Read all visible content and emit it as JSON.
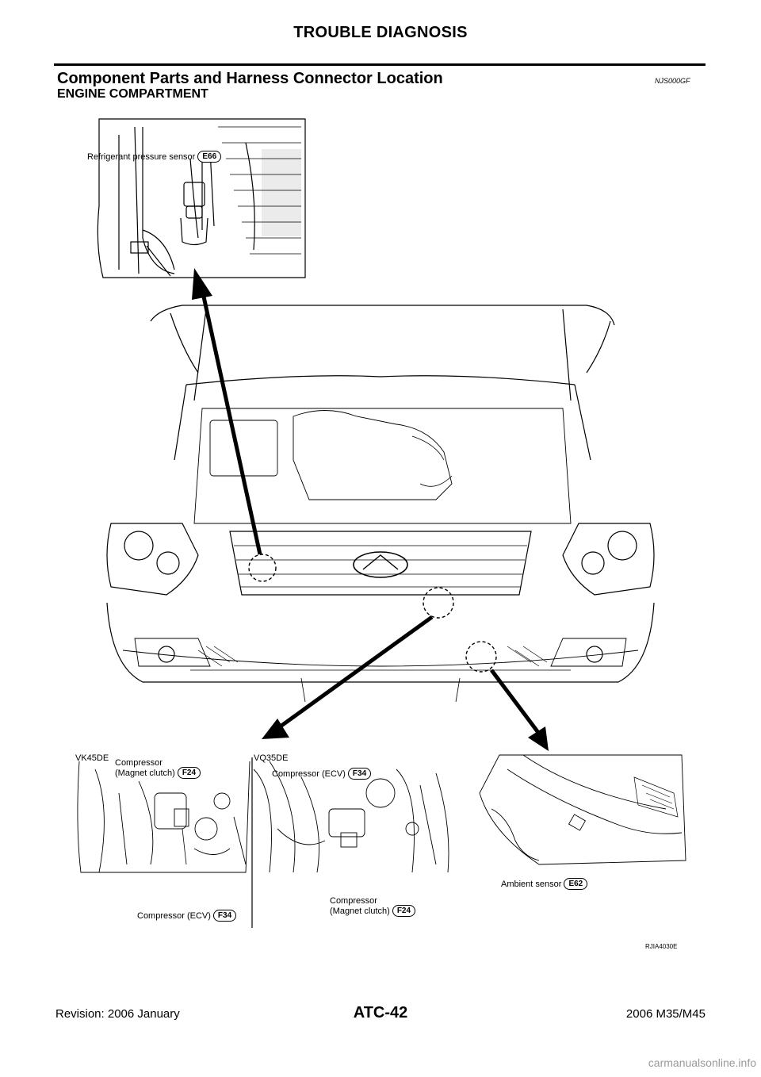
{
  "header": {
    "title": "TROUBLE DIAGNOSIS"
  },
  "section": {
    "title": "Component Parts and Harness Connector Location",
    "ref_code": "NJS000GF",
    "subtitle": "ENGINE COMPARTMENT"
  },
  "figure": {
    "labels": {
      "refrigerant_pressure_sensor": "Refrigerant pressure sensor",
      "refrigerant_pressure_sensor_connector": "E66",
      "vk45de": "VK45DE",
      "vq35de": "VQ35DE",
      "vk_compressor_line1": "Compressor",
      "vk_compressor_line2": "(Magnet clutch)",
      "vk_compressor_connector": "F24",
      "vk_compressor_ecv": "Compressor (ECV)",
      "vk_compressor_ecv_connector": "F34",
      "vq_compressor_ecv": "Compressor (ECV)",
      "vq_compressor_ecv_connector": "F34",
      "vq_compressor_line1": "Compressor",
      "vq_compressor_line2": "(Magnet clutch)",
      "vq_compressor_connector": "F24",
      "ambient_sensor": "Ambient sensor",
      "ambient_sensor_connector": "E62"
    },
    "figure_code": "RJIA4030E"
  },
  "footer": {
    "revision": "Revision: 2006 January",
    "page_id": "ATC-42",
    "model": "2006 M35/M45"
  },
  "watermark": "carmanualsonline.info"
}
